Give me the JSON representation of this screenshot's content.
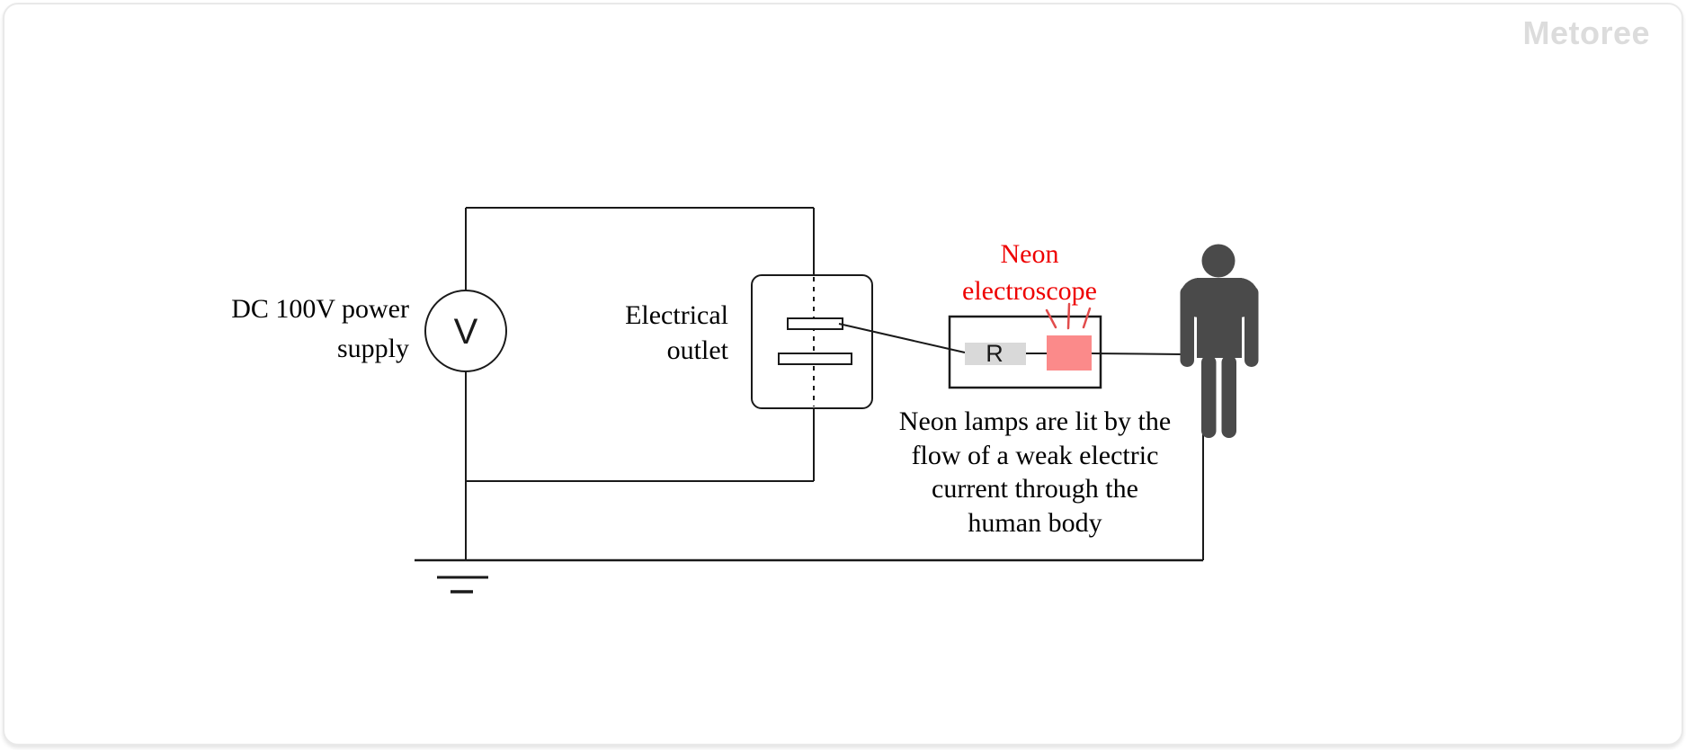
{
  "watermark": "Metoree",
  "labels": {
    "power_supply": "DC 100V power\nsupply",
    "outlet": "Electrical\noutlet",
    "electroscope_title": "Neon\nelectroscope",
    "caption": "Neon lamps are lit by the\nflow of a weak electric\ncurrent through the\nhuman body"
  },
  "symbols": {
    "voltmeter": "V",
    "resistor": "R"
  },
  "colors": {
    "wire": "#1a1a1a",
    "neon_title_text": "#ee0000",
    "neon_lamp_fill": "#fb8a8a",
    "ray_stroke": "#e24c4c",
    "resistor_fill": "#d9d9d9",
    "person_fill": "#4a4a4a",
    "watermark": "#dcdcdc",
    "card_border": "#e9e9e9"
  }
}
